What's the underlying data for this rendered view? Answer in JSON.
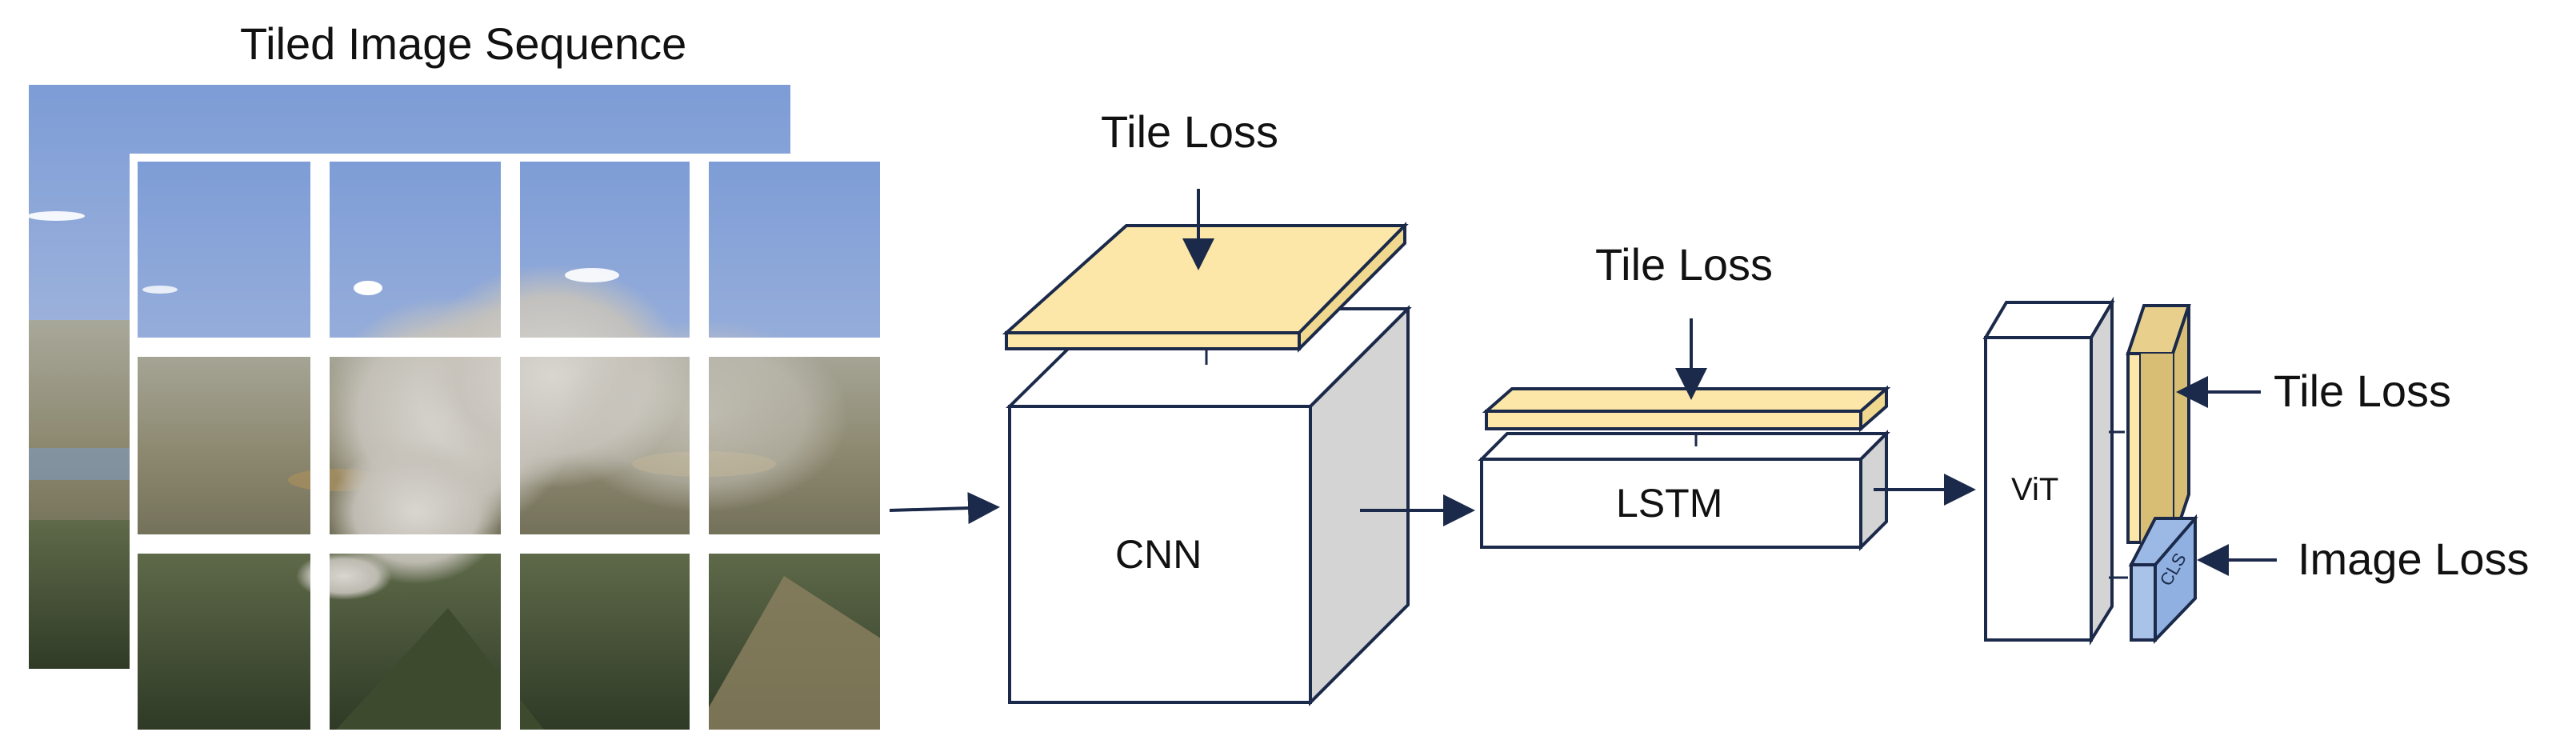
{
  "title": "Tiled Image Sequence",
  "blocks": {
    "cnn": "CNN",
    "lstm": "LSTM",
    "vit": "ViT",
    "cls": "CLS"
  },
  "losses": {
    "cnn_tile_loss": "Tile Loss",
    "lstm_tile_loss": "Tile Loss",
    "vit_tile_loss": "Tile Loss",
    "image_loss": "Image Loss"
  },
  "colors": {
    "loss_plate": "#fce7a8",
    "vit_tile_plate": "#e8d08c",
    "cls_block": "#8fb0e0",
    "box_stroke": "#1b2a4a",
    "box_side": "#d4d4d4",
    "sky": "#7f9fd8",
    "smoke": "#c8c5c0"
  }
}
